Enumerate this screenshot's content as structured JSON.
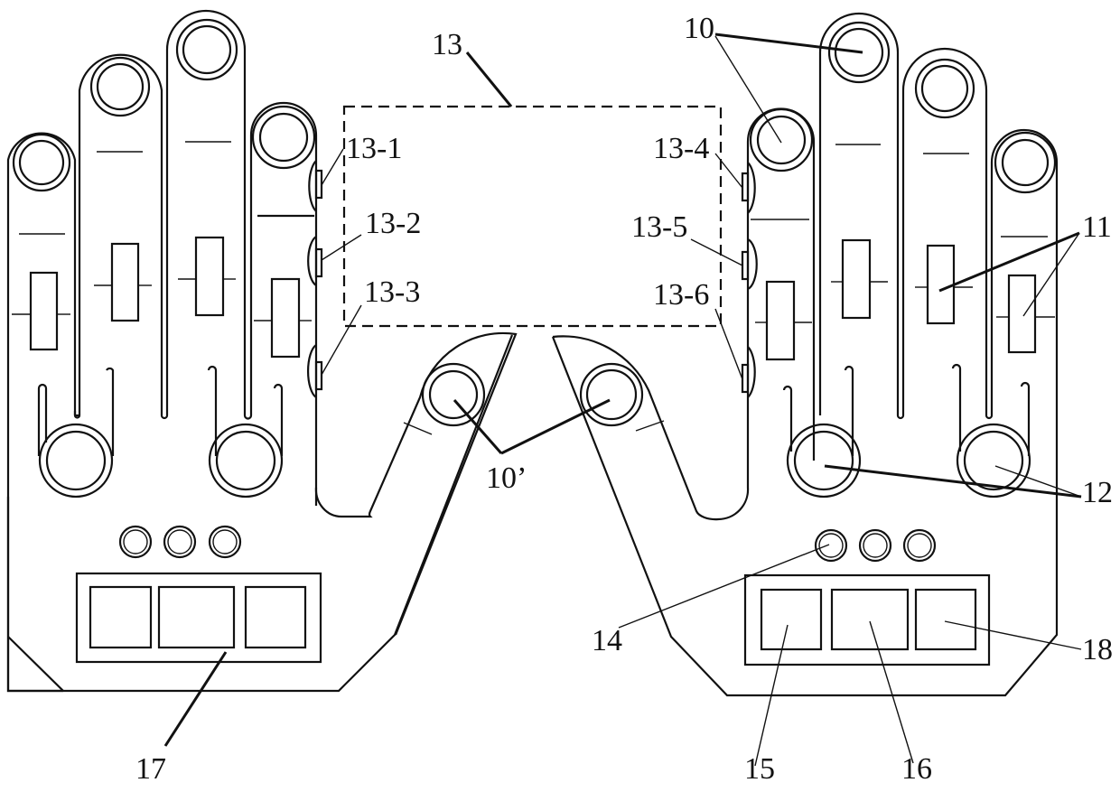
{
  "figure": {
    "type": "patent line drawing",
    "subject": "pair of hand-shaped devices (left and right) with finger modules, sensors and base units",
    "stroke_color": "#111111",
    "background_color": "#ffffff"
  },
  "labels": {
    "l10": "10",
    "l10p": "10’",
    "l11": "11",
    "l12": "12",
    "l13": "13",
    "l13_1": "13-1",
    "l13_2": "13-2",
    "l13_3": "13-3",
    "l13_4": "13-4",
    "l13_5": "13-5",
    "l13_6": "13-6",
    "l14": "14",
    "l15": "15",
    "l16": "16",
    "l17": "17",
    "l18": "18"
  }
}
